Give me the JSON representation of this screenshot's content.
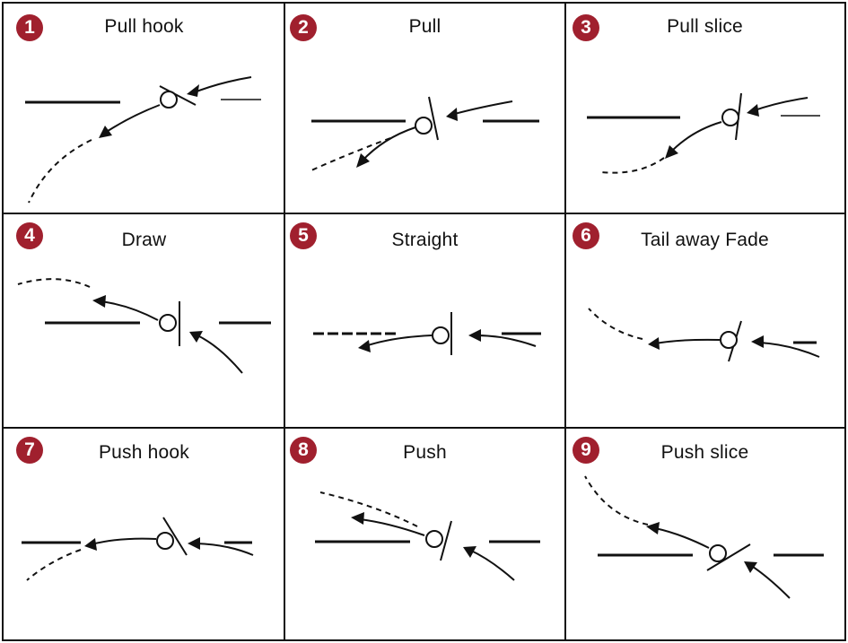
{
  "colors": {
    "badge": "#a0202e",
    "line": "#111111",
    "background": "#ffffff"
  },
  "shots": [
    {
      "number": "1",
      "name": "Pull hook"
    },
    {
      "number": "2",
      "name": "Pull"
    },
    {
      "number": "3",
      "name": "Pull slice"
    },
    {
      "number": "4",
      "name": "Draw"
    },
    {
      "number": "5",
      "name": "Straight"
    },
    {
      "number": "6",
      "name": "Tail away Fade"
    },
    {
      "number": "7",
      "name": "Push hook"
    },
    {
      "number": "8",
      "name": "Push"
    },
    {
      "number": "9",
      "name": "Push slice"
    }
  ]
}
